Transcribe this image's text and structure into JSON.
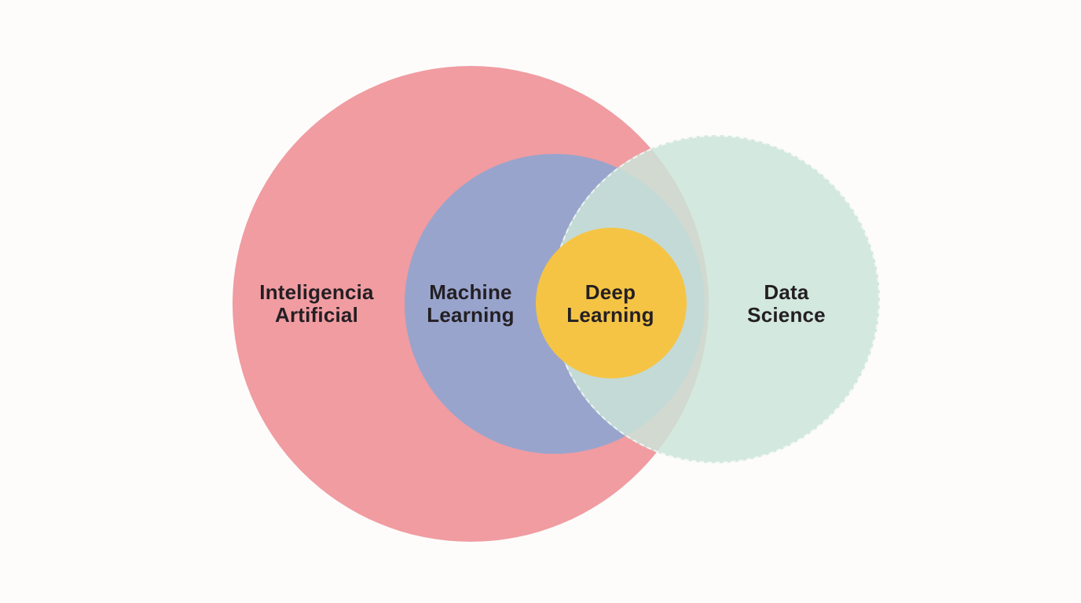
{
  "diagram": {
    "type": "venn",
    "background_color": "#fdfcfb",
    "text_color": "#231f23",
    "sets": [
      {
        "id": "inteligencia-artificial",
        "label": "Inteligencia\nArtificial",
        "color": "#f09ca1",
        "relation": "outermost circle, contains Machine Learning and Deep Learning"
      },
      {
        "id": "machine-learning",
        "label": "Machine\nLearning",
        "color": "#99a4cd",
        "relation": "inside Inteligencia Artificial, contains Deep Learning"
      },
      {
        "id": "data-science",
        "label": "Data\nScience",
        "color": "rgba(203,228,216,0.85)",
        "relation": "overlaps Inteligencia Artificial, Machine Learning and Deep Learning from the right; edge drawn dashed"
      },
      {
        "id": "deep-learning",
        "label": "Deep\nLearning",
        "color": "#f5c445",
        "relation": "innermost circle, inside Machine Learning, touching Data Science overlap"
      }
    ]
  }
}
